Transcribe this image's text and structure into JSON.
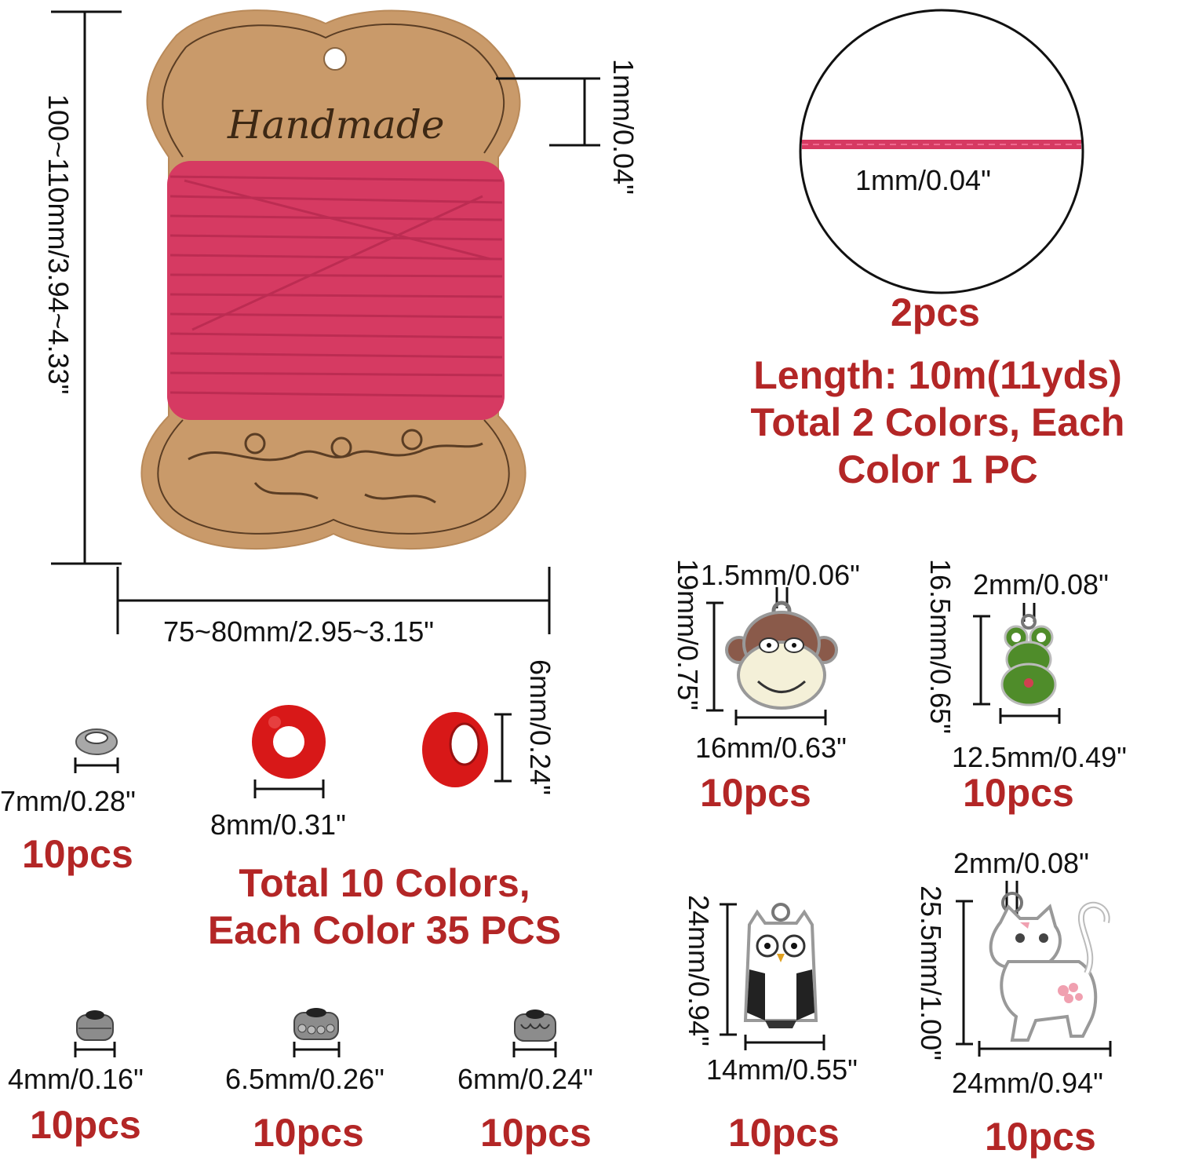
{
  "card": {
    "brand_text": "Handmade",
    "height_label": "100~110mm/3.94~4.33\"",
    "width_label": "75~80mm/2.95~3.15\"",
    "thread_label": "1mm/0.04\""
  },
  "cord": {
    "zoom_label": "1mm/0.04\"",
    "qty": "2pcs",
    "info_lines": [
      "Length: 10m(11yds)",
      "Total 2 Colors, Each",
      "Color 1 PC"
    ]
  },
  "beads": {
    "spacer_small_label": "7mm/0.28\"",
    "spacer_small_qty": "10pcs",
    "red_width_label": "8mm/0.31\"",
    "red_height_label": "6mm/0.24\"",
    "info_lines": [
      "Total 10 Colors,",
      "Each Color 35 PCS"
    ],
    "spacer_a_label": "4mm/0.16\"",
    "spacer_a_qty": "10pcs",
    "spacer_b_label": "6.5mm/0.26\"",
    "spacer_b_qty": "10pcs",
    "spacer_c_label": "6mm/0.24\"",
    "spacer_c_qty": "10pcs"
  },
  "charms": {
    "monkey": {
      "hole": "1.5mm/0.06\"",
      "height": "19mm/0.75\"",
      "width": "16mm/0.63\"",
      "qty": "10pcs"
    },
    "frog": {
      "hole": "2mm/0.08\"",
      "height": "16.5mm/0.65\"",
      "width": "12.5mm/0.49\"",
      "qty": "10pcs"
    },
    "owl": {
      "height": "24mm/0.94\"",
      "width": "14mm/0.55\"",
      "qty": "10pcs"
    },
    "cat": {
      "hole": "2mm/0.08\"",
      "height": "25.5mm/1.00\"",
      "width": "24mm/0.94\"",
      "qty": "10pcs"
    }
  },
  "colors": {
    "qty_red": "#b32626",
    "cord_pink": "#d63a62",
    "card_kraft": "#c99a6a",
    "bead_red": "#d81818"
  }
}
